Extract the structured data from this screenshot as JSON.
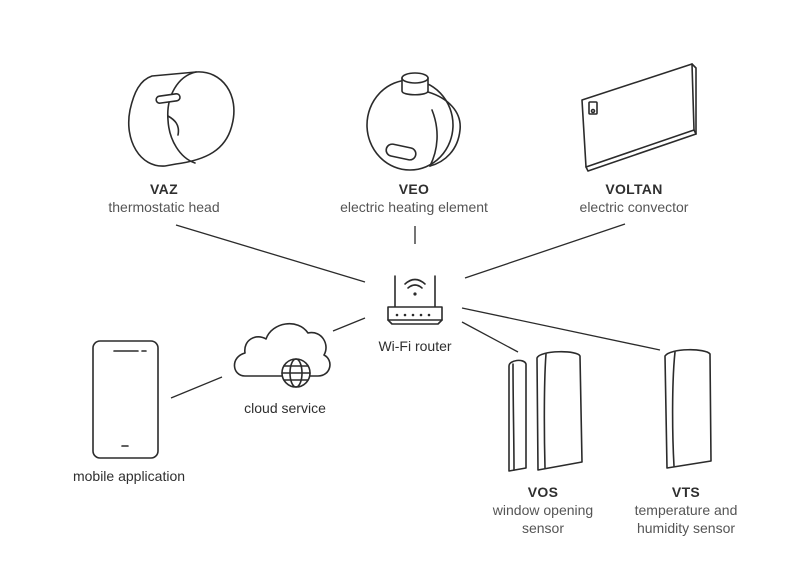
{
  "nodes": {
    "vaz": {
      "title": "VAZ",
      "subtitle": "thermostatic head"
    },
    "veo": {
      "title": "VEO",
      "subtitle": "electric heating element"
    },
    "voltan": {
      "title": "VOLTAN",
      "subtitle": "electric convector"
    },
    "router": {
      "label": "Wi-Fi router"
    },
    "cloud": {
      "label": "cloud service"
    },
    "mobile": {
      "label": "mobile application"
    },
    "vos": {
      "title": "VOS",
      "subtitle_line1": "window opening",
      "subtitle_line2": "sensor"
    },
    "vts": {
      "title": "VTS",
      "subtitle_line1": "temperature and",
      "subtitle_line2": "humidity sensor"
    }
  },
  "icons": {
    "vaz": "thermostatic-head-icon",
    "veo": "heating-element-icon",
    "voltan": "convector-icon",
    "router": "wifi-router-icon",
    "cloud": "cloud-globe-icon",
    "mobile": "smartphone-icon",
    "vos": "window-sensor-icon",
    "vts": "temperature-humidity-sensor-icon"
  },
  "colors": {
    "line": "#2b2b2b",
    "background": "#ffffff"
  }
}
